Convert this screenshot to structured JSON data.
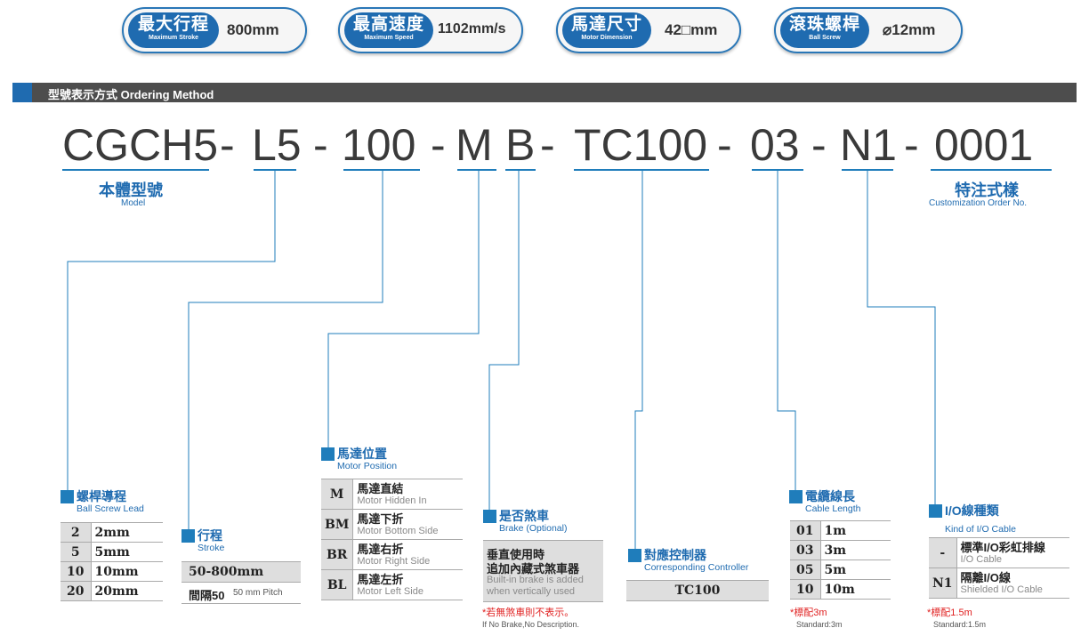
{
  "specs": [
    {
      "zh": "最大行程",
      "en": "Maximum Stroke",
      "value": "800mm"
    },
    {
      "zh": "最高速度",
      "en": "Maximum Speed",
      "value": "1102mm/s"
    },
    {
      "zh": "馬達尺寸",
      "en": "Motor Dimension",
      "value": "42□mm"
    },
    {
      "zh": "滾珠螺桿",
      "en": "Ball Screw",
      "value": "⌀12mm"
    }
  ],
  "section": {
    "title": "型號表示方式 Ordering Method"
  },
  "code": {
    "seg1": "CGCH5",
    "seg2": "L5",
    "seg3": "100",
    "seg4": "M",
    "seg5": "B",
    "seg6": "TC100",
    "seg7": "03",
    "seg8": "N1",
    "seg9": "0001",
    "sep1": "-",
    "sep2": "-",
    "sep3": "-",
    "sep4": "-",
    "sep5": "-",
    "sep6": "-",
    "sep7": "-"
  },
  "model": {
    "zh": "本體型號",
    "en": "Model"
  },
  "custom": {
    "zh": "特注式樣",
    "en": "Customization Order No."
  },
  "lead": {
    "zh": "螺桿導程",
    "en": "Ball Screw Lead",
    "rows": [
      {
        "code": "2",
        "value": "2mm"
      },
      {
        "code": "5",
        "value": "5mm"
      },
      {
        "code": "10",
        "value": "10mm"
      },
      {
        "code": "20",
        "value": "20mm"
      }
    ]
  },
  "stroke": {
    "zh": "行程",
    "en": "Stroke",
    "range": "50-800mm",
    "pitch_zh": "間隔50",
    "pitch_en": "50 mm Pitch"
  },
  "motor_pos": {
    "zh": "馬達位置",
    "en": "Motor Position",
    "rows": [
      {
        "code": "M",
        "zh": "馬達直結",
        "en": "Motor Hidden In"
      },
      {
        "code": "BM",
        "zh": "馬達下折",
        "en": "Motor Bottom Side"
      },
      {
        "code": "BR",
        "zh": "馬達右折",
        "en": "Motor Right Side"
      },
      {
        "code": "BL",
        "zh": "馬達左折",
        "en": "Motor Left Side"
      }
    ]
  },
  "brake": {
    "zh": "是否煞車",
    "en": "Brake (Optional)",
    "line1": "垂直使用時",
    "line2": "追加內藏式煞車器",
    "en1": "Built-in brake is added",
    "en2": "when vertically used",
    "note_zh": "*若無煞車則不表示。",
    "note_en": "If No Brake,No Description."
  },
  "controller": {
    "zh": "對應控制器",
    "en": "Corresponding Controller",
    "value": "TC100"
  },
  "cable": {
    "zh": "電纜線長",
    "en": "Cable Length",
    "rows": [
      {
        "code": "01",
        "value": "1m"
      },
      {
        "code": "03",
        "value": "3m"
      },
      {
        "code": "05",
        "value": "5m"
      },
      {
        "code": "10",
        "value": "10m"
      }
    ],
    "note_zh": "*標配3m",
    "note_en": "Standard:3m"
  },
  "io": {
    "zh": "I/O線種類",
    "en": "Kind of I/O Cable",
    "rows": [
      {
        "code": "-",
        "zh": "標準I/O彩虹排線",
        "en": "I/O Cable"
      },
      {
        "code": "N1",
        "zh": "隔離I/O線",
        "en": "Shielded I/O Cable"
      }
    ],
    "note_zh": "*標配1.5m",
    "note_en": "Standard:1.5m"
  },
  "colors": {
    "accent": "#1f6bb0",
    "line": "#1f7dbb",
    "bar": "#4d4d4d",
    "cell": "#dedede",
    "note": "#e02020"
  }
}
